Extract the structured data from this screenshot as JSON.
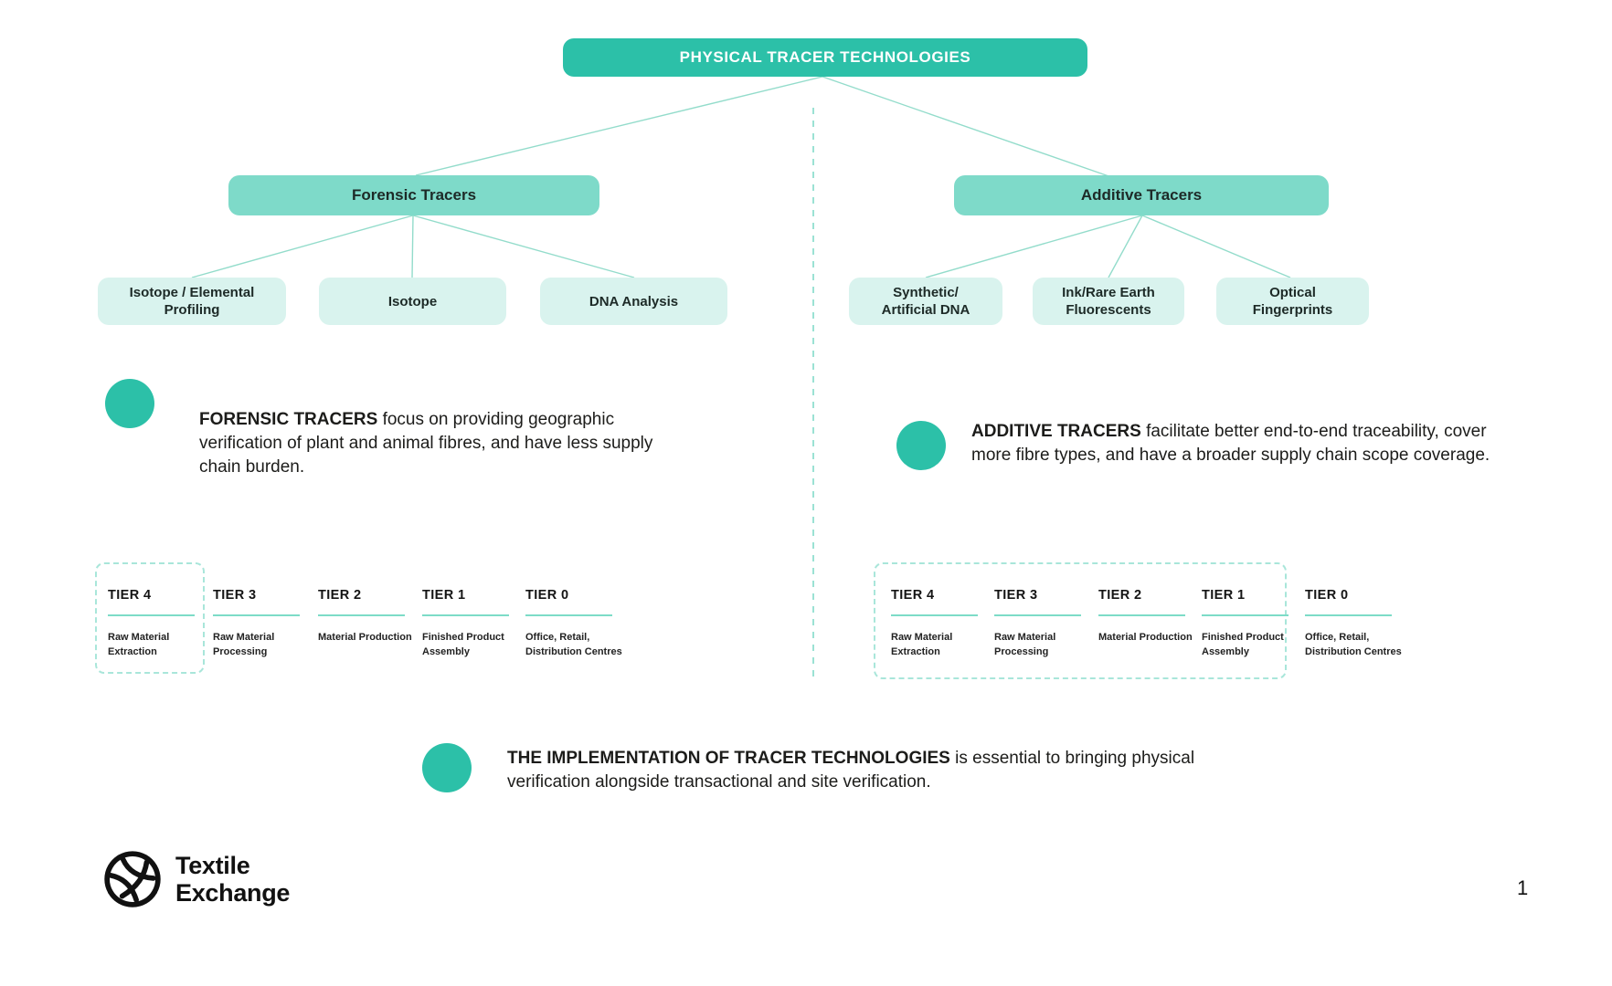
{
  "colors": {
    "primary_teal": "#2cc0a8",
    "mid_teal": "#7edac9",
    "light_teal": "#d9f3ee",
    "connector_teal": "#93dccb",
    "dashed_teal": "#a9e6da",
    "underline_teal": "#7ddcc7",
    "text_dark": "#1d1d1b"
  },
  "tree": {
    "root": {
      "label": "PHYSICAL TRACER TECHNOLOGIES"
    },
    "branches": [
      {
        "label": "Forensic Tracers",
        "children": [
          "Isotope / Elemental\nProfiling",
          "Isotope",
          "DNA Analysis"
        ]
      },
      {
        "label": "Additive Tracers",
        "children": [
          "Synthetic/\nArtificial DNA",
          "Ink/Rare Earth\nFluorescents",
          "Optical\nFingerprints"
        ]
      }
    ]
  },
  "notes": {
    "forensic": {
      "lead": "FORENSIC TRACERS",
      "rest": " focus on providing geographic verification of plant and animal fibres, and have less supply chain burden."
    },
    "additive": {
      "lead": "ADDITIVE TRACERS",
      "rest": " facilitate better end-to-end traceability, cover more fibre types, and have a broader supply chain scope coverage."
    },
    "implementation": {
      "lead": "THE IMPLEMENTATION OF TRACER TECHNOLOGIES",
      "rest": " is essential to bringing physical verification alongside transactional and site verification."
    }
  },
  "tiers": {
    "left": [
      {
        "label": "TIER 4",
        "sub": "Raw Material\nExtraction"
      },
      {
        "label": "TIER 3",
        "sub": "Raw Material\nProcessing"
      },
      {
        "label": "TIER 2",
        "sub": "Material Production"
      },
      {
        "label": "TIER 1",
        "sub": "Finished Product\nAssembly"
      },
      {
        "label": "TIER 0",
        "sub": "Office, Retail,\nDistribution Centres"
      }
    ],
    "right": [
      {
        "label": "TIER 4",
        "sub": "Raw Material\nExtraction"
      },
      {
        "label": "TIER 3",
        "sub": "Raw Material\nProcessing"
      },
      {
        "label": "TIER 2",
        "sub": "Material Production"
      },
      {
        "label": "TIER 1",
        "sub": "Finished Product\nAssembly"
      },
      {
        "label": "TIER 0",
        "sub": "Office, Retail,\nDistribution Centres"
      }
    ]
  },
  "logo": {
    "line1": "Textile",
    "line2": "Exchange"
  },
  "page": {
    "number": "1"
  }
}
